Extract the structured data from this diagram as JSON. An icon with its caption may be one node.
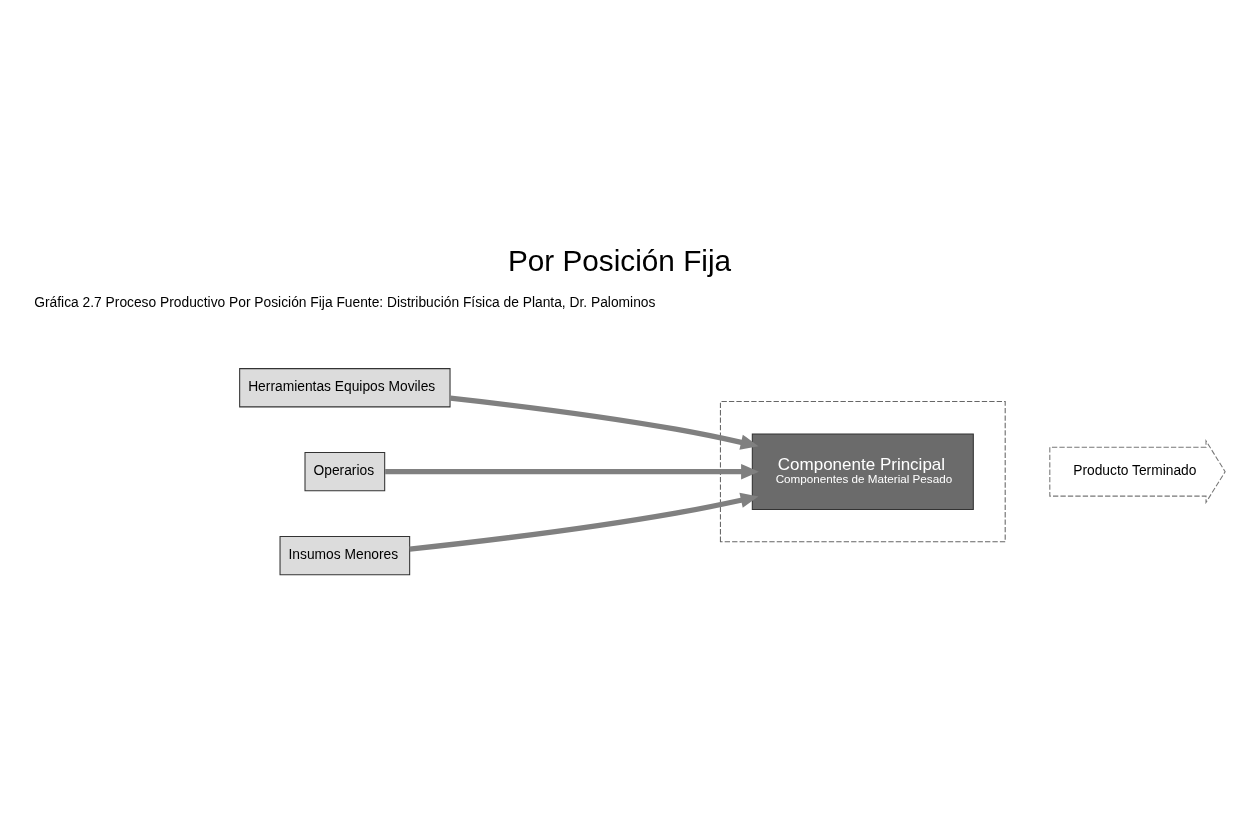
{
  "diagram": {
    "title": "Por Posición Fija",
    "caption": "Gráfica 2.7 Proceso Productivo Por Posición Fija Fuente: Distribución Física de Planta, Dr. Palominos",
    "nodes": [
      {
        "text": [
          "Herramientas Equipos Moviles"
        ]
      },
      {
        "text": [
          "Operarios"
        ]
      },
      {
        "text": [
          "Insumos Menores"
        ]
      },
      {
        "text": [],
        "shape": "box"
      },
      {
        "text": [
          "Componente Principal",
          "Componentes de Material Pesado"
        ],
        "in": 3
      },
      {
        "text": [
          "Producto Terminado"
        ]
      }
    ],
    "edges": [
      {
        "from": 0,
        "to": 4,
        "arrow": "to"
      },
      {
        "from": 1,
        "to": 4,
        "arrow": "to"
      },
      {
        "from": 2,
        "to": 4,
        "arrow": "to"
      }
    ]
  }
}
